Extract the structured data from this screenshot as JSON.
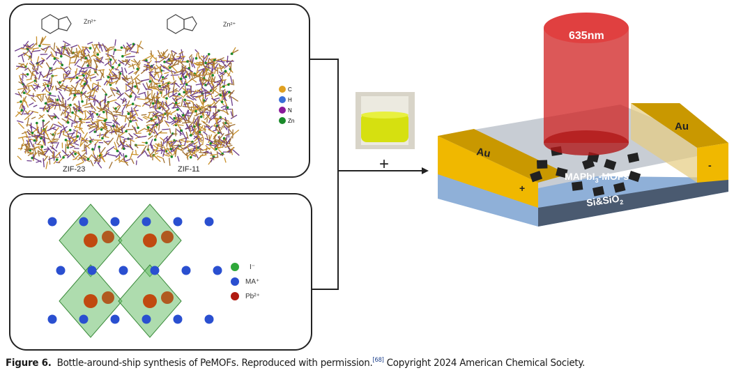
{
  "mof_panel": {
    "zn_label_1": "Zn²⁺",
    "zn_label_2": "Zn²⁺",
    "structure_1": "ZIF-23",
    "structure_2": "ZIF-11",
    "legend": [
      {
        "label": "C",
        "color": "#e0a020"
      },
      {
        "label": "H",
        "color": "#3a6fd8"
      },
      {
        "label": "N",
        "color": "#8a1a9a"
      },
      {
        "label": "Zn",
        "color": "#1a8a2a"
      }
    ]
  },
  "perovskite_panel": {
    "legend": [
      {
        "label": "I⁻",
        "color": "#2fa83a"
      },
      {
        "label": "MA⁺",
        "color": "#2a4fd0"
      },
      {
        "label": "Pb²⁺",
        "color": "#b01a10"
      }
    ]
  },
  "plus_sign": "+",
  "device": {
    "laser_label": "635nm",
    "electrode_left": "Au",
    "electrode_right": "Au",
    "polarity_left": "+",
    "polarity_right": "-",
    "film_label": "MAPbI",
    "film_sub": "3",
    "film_suffix": "-MOFs",
    "substrate_label": "Si&SiO",
    "substrate_sub": "2"
  },
  "caption": {
    "label": "Figure 6.",
    "text": "Bottle-around-ship synthesis of PeMOFs. Reproduced with permission.",
    "ref": "[68]",
    "copyright": "Copyright 2024 American Chemical Society."
  }
}
